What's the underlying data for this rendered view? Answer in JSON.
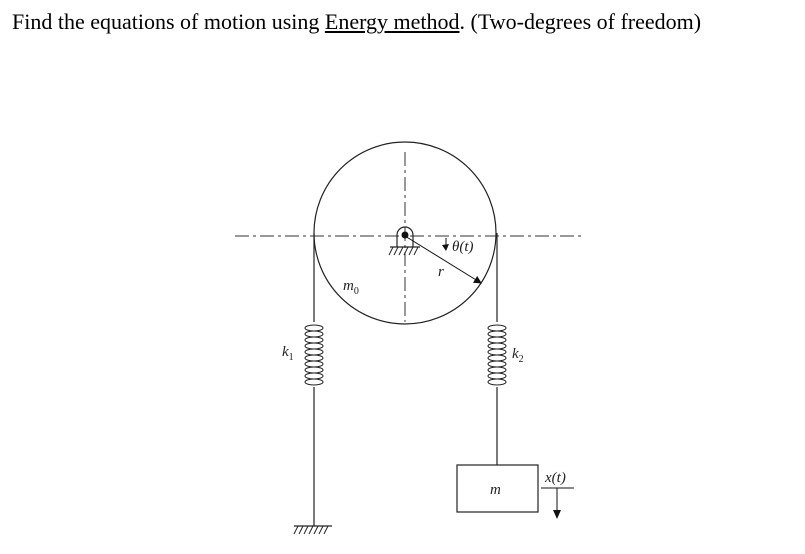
{
  "question": {
    "prefix": "Find the equations of motion using ",
    "method": "Energy method",
    "suffix": ". (Two-degrees of freedom)"
  },
  "diagram": {
    "labels": {
      "k1": "k",
      "k1_sub": "1",
      "k2": "k",
      "k2_sub": "2",
      "m0": "m",
      "m0_sub": "0",
      "r": "r",
      "theta": "θ(t)",
      "m": "m",
      "x": "x(t)"
    }
  }
}
